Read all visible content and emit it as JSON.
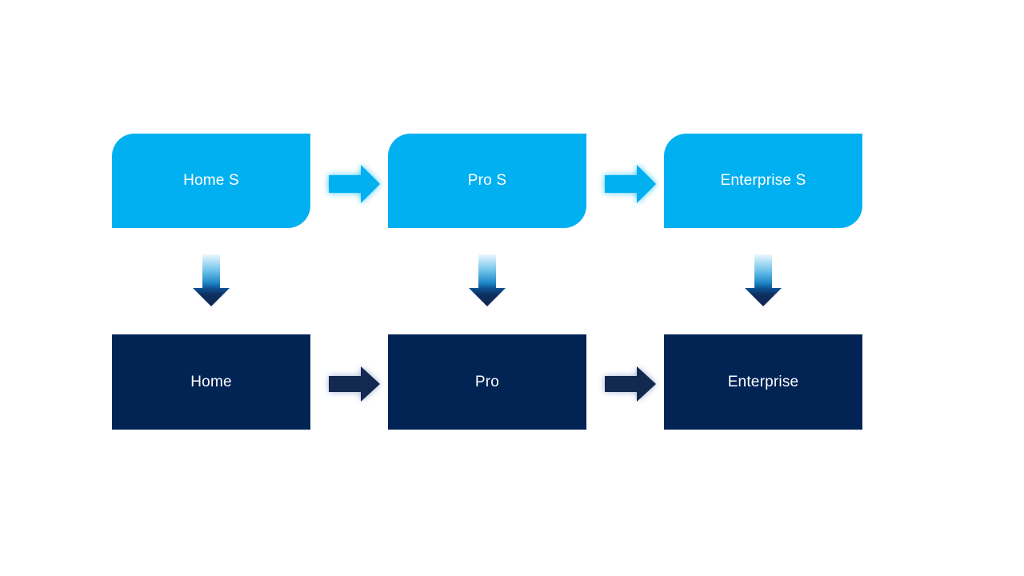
{
  "colors": {
    "canvas-bg": "#FFFFFF",
    "text": "#FFFFFF",
    "cyan": "#00B0F0",
    "navy": "#012455",
    "arrow-navy": "#13294F",
    "cyan-glow": "rgba(0,176,240,0.75)",
    "navy-glow": "rgba(148,168,206,0.9)",
    "grad-0": "#EAF7FE",
    "grad-1": "#6CC1EA",
    "grad-2": "#1E86C6",
    "grad-3": "#0E4F8F",
    "grad-4": "#0D2E5F",
    "grad-5": "#122750"
  },
  "diagram": {
    "top_row": {
      "items": [
        {
          "label": "Home S"
        },
        {
          "label": "Pro S"
        },
        {
          "label": "Enterprise S"
        }
      ]
    },
    "bottom_row": {
      "items": [
        {
          "label": "Home"
        },
        {
          "label": "Pro"
        },
        {
          "label": "Enterprise"
        }
      ]
    }
  }
}
